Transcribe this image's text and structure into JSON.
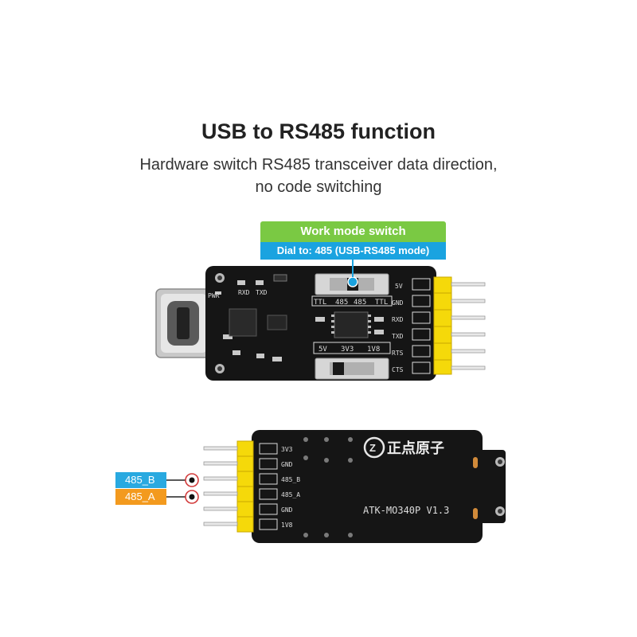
{
  "header": {
    "title": "USB to RS485 function",
    "subtitle_line1": "Hardware switch RS485 transceiver data direction,",
    "subtitle_line2": "no code switching"
  },
  "callout": {
    "title": "Work mode switch",
    "detail": "Dial to: 485 (USB-RS485 mode)"
  },
  "top_board": {
    "led_labels": [
      "PWR",
      "RXD",
      "TXD"
    ],
    "switch_labels": [
      "TTL",
      "485",
      "485",
      "TTL"
    ],
    "voltage_labels": [
      "5V",
      "3V3",
      "1V8"
    ],
    "pins": [
      "5V",
      "GND",
      "RXD",
      "TXD",
      "RTS",
      "CTS"
    ]
  },
  "bottom_board": {
    "brand": "正点原子",
    "model": "ATK-MO340P V1.3",
    "pins": [
      "3V3",
      "GND",
      "485_B",
      "485_A",
      "GND",
      "1V8"
    ]
  },
  "tags": {
    "b": "485_B",
    "a": "485_A"
  },
  "colors": {
    "green": "#7ac943",
    "blue": "#1aa3e0",
    "orange": "#f39a1e",
    "pin_header": "#f5d90a",
    "pcb": "#151515"
  }
}
